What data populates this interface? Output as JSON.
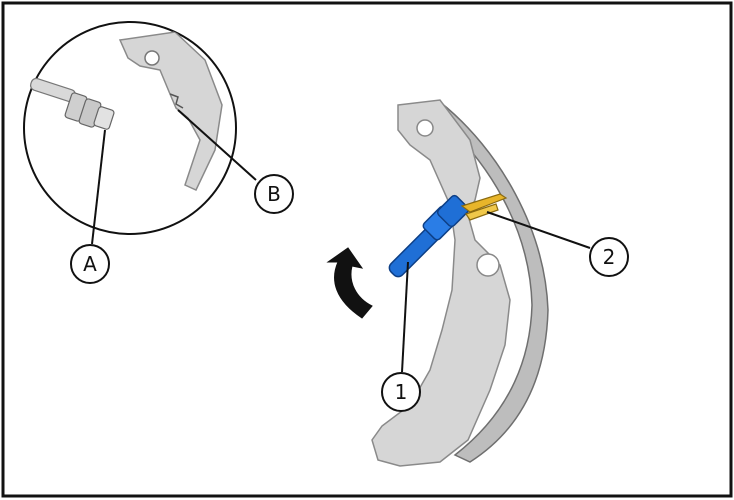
{
  "callouts": {
    "a": "A",
    "b": "B",
    "one": "1",
    "two": "2"
  },
  "parts": {
    "pin_icon": "adjuster-pin-icon",
    "lever_icon": "adjuster-lever-icon",
    "shoe_icon": "brake-shoe-icon",
    "arrow_icon": "rotation-arrow-icon"
  },
  "colors": {
    "lever_blue": "#1f6fd6",
    "pin_yellow": "#e8b52a",
    "shoe_gray": "#d6d6d6",
    "shoe_edge": "#8a8a8a",
    "line": "#111111"
  }
}
